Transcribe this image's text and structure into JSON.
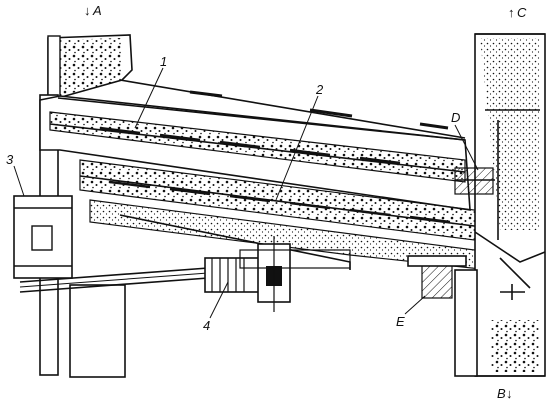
{
  "labels": {
    "A": "A",
    "B": "B",
    "C": "C",
    "D": "D",
    "E": "E",
    "n1": "1",
    "n2": "2",
    "n3": "3",
    "n4": "4"
  },
  "flow_arrows": {
    "A": "↓",
    "B": "↓",
    "C": "↑"
  },
  "colors": {
    "ink": "#111111",
    "paper": "#ffffff"
  }
}
